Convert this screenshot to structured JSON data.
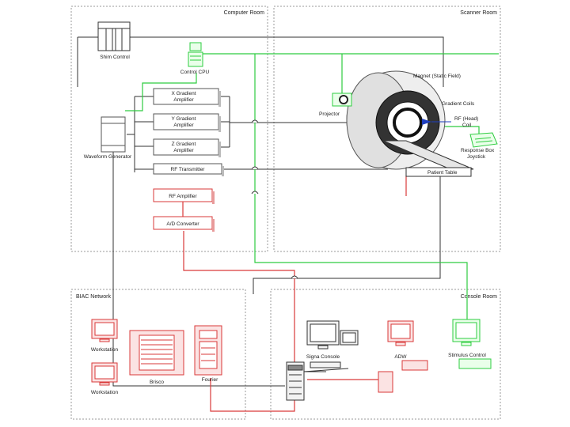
{
  "colors": {
    "network": "#2ecc40",
    "signal": "#d93a3a",
    "cable": "#333333",
    "region_border": "#9a9a9a",
    "box_border": "#555555",
    "coil_blue": "#1f3fbf"
  },
  "regions": {
    "computer_room": "Computer Room",
    "scanner_room": "Scanner Room",
    "biac_network": "BIAC Network",
    "console_room": "Console Room"
  },
  "computer_room": {
    "shim_control": "Shim Control",
    "control_cpu": "Control CPU",
    "waveform_generator": "Waveform Generator",
    "amplifiers": [
      {
        "line1": "X Gradient",
        "line2": "Amplifier"
      },
      {
        "line1": "Y Gradient",
        "line2": "Amplifier"
      },
      {
        "line1": "Z Gradient",
        "line2": "Amplifier"
      }
    ],
    "rf_transmitter": "RF Transmitter",
    "rf_amplifier": "RF Amplifier",
    "ad_converter": "A/D Converter"
  },
  "scanner_room": {
    "magnet": "Magnet (Static Field)",
    "gradient_coils": "Gradient Coils",
    "rf_coil_line1": "RF (Head)",
    "rf_coil_line2": "Coil",
    "projector": "Projector",
    "response_box_line1": "Response Box",
    "response_box_line2": "Joystick",
    "patient_table": "Patient Table"
  },
  "biac_network": {
    "workstation_1": "Workstation",
    "workstation_2": "Workstation",
    "brisco": "Brisco",
    "fourier": "Fourier"
  },
  "console_room": {
    "signa_console": "Signa Console",
    "adw": "ADW",
    "stimulus_control": "Stimulus Control"
  },
  "icons": [
    "rack-cabinet-icon",
    "computer-terminal-icon",
    "projector-icon",
    "magnet-bore-icon",
    "joystick-keyboard-icon",
    "monitor-icon",
    "server-tower-icon",
    "keyboard-icon"
  ]
}
